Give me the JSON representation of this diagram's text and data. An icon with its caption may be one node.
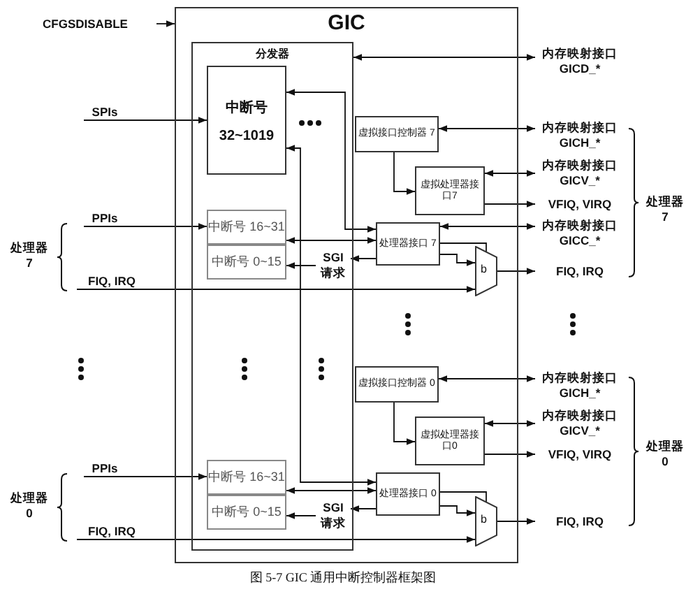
{
  "diagram": {
    "caption": "图 5-7 GIC 通用中断控制器框架图",
    "nodes": [
      {
        "text": [
          "GIC"
        ]
      },
      {
        "text": [
          "分发器"
        ],
        "in": 0
      },
      {
        "text": [
          "中断号",
          "32~1019"
        ],
        "in": 1
      },
      {
        "text": [
          "中断号 16~31"
        ],
        "in": 1
      },
      {
        "text": [
          "中断号 0~15"
        ],
        "in": 1
      },
      {
        "text": [
          "中断号 16~31"
        ],
        "in": 1
      },
      {
        "text": [
          "中断号 0~15"
        ],
        "in": 1
      },
      {
        "text": [
          "虚拟接口控制器 7"
        ],
        "in": 0
      },
      {
        "text": [
          "虚拟处理器接口7"
        ],
        "in": 0
      },
      {
        "text": [
          "处理器接口 7"
        ],
        "in": 0
      },
      {
        "text": [
          "b"
        ],
        "in": 0
      },
      {
        "text": [
          "虚拟接口控制器 0"
        ],
        "in": 0
      },
      {
        "text": [
          "虚拟处理器接口0"
        ],
        "in": 0
      },
      {
        "text": [
          "处理器接口 0"
        ],
        "in": 0
      },
      {
        "text": [
          "b"
        ],
        "in": 0
      },
      {
        "text": [
          "CFGSDISABLE"
        ]
      },
      {
        "text": [
          "SPIs"
        ]
      },
      {
        "text": [
          "PPIs"
        ]
      },
      {
        "text": [
          "FIQ, IRQ"
        ]
      },
      {
        "text": [
          "SGI 请求"
        ],
        "in": 1
      },
      {
        "text": [
          "PPIs"
        ]
      },
      {
        "text": [
          "FIQ, IRQ"
        ]
      },
      {
        "text": [
          "SGI 请求"
        ],
        "in": 1
      },
      {
        "text": [
          "内存映射接口",
          "GICD_*"
        ]
      },
      {
        "text": [
          "内存映射接口",
          "GICH_*"
        ]
      },
      {
        "text": [
          "内存映射接口",
          "GICV_*"
        ]
      },
      {
        "text": [
          "VFIQ, VIRQ"
        ]
      },
      {
        "text": [
          "内存映射接口",
          "GICC_*"
        ]
      },
      {
        "text": [
          "FIQ, IRQ"
        ]
      },
      {
        "text": [
          "内存映射接口",
          "GICH_*"
        ]
      },
      {
        "text": [
          "内存映射接口",
          "GICV_*"
        ]
      },
      {
        "text": [
          "VFIQ, VIRQ"
        ]
      },
      {
        "text": [
          "FIQ, IRQ"
        ]
      }
    ],
    "edges": [
      {
        "from": 15,
        "to": 0,
        "arrow": "to"
      },
      {
        "from": 16,
        "to": 2,
        "arrow": "to"
      },
      {
        "from": 17,
        "to": 3,
        "arrow": "to"
      },
      {
        "from": 18,
        "to": 10,
        "arrow": "to"
      },
      {
        "from": 1,
        "to": 23,
        "arrow": "both"
      },
      {
        "from": 2,
        "to": 9,
        "arrow": "both"
      },
      {
        "from": 2,
        "to": 13,
        "arrow": "both"
      },
      {
        "from": 3,
        "to": 9,
        "arrow": "both"
      },
      {
        "from": 9,
        "to": 19,
        "arrow": "to"
      },
      {
        "from": 19,
        "to": 4,
        "arrow": "to"
      },
      {
        "from": 7,
        "to": 24,
        "arrow": "both"
      },
      {
        "from": 7,
        "to": 8,
        "arrow": "to"
      },
      {
        "from": 8,
        "to": 25,
        "arrow": "both"
      },
      {
        "from": 8,
        "to": 26,
        "arrow": "to"
      },
      {
        "from": 9,
        "to": 27,
        "arrow": "both"
      },
      {
        "from": 9,
        "to": 10,
        "arrow": "to"
      },
      {
        "from": 9,
        "to": 10,
        "arrow": "none"
      },
      {
        "from": 10,
        "to": 28,
        "arrow": "to"
      },
      {
        "from": 20,
        "to": 5,
        "arrow": "to"
      },
      {
        "from": 21,
        "to": 14,
        "arrow": "to"
      },
      {
        "from": 5,
        "to": 13,
        "arrow": "both"
      },
      {
        "from": 13,
        "to": 22,
        "arrow": "to"
      },
      {
        "from": 22,
        "to": 6,
        "arrow": "to"
      },
      {
        "from": 11,
        "to": 29,
        "arrow": "both"
      },
      {
        "from": 11,
        "to": 12,
        "arrow": "to"
      },
      {
        "from": 12,
        "to": 30,
        "arrow": "both"
      },
      {
        "from": 12,
        "to": 31,
        "arrow": "to"
      },
      {
        "from": 13,
        "to": 14,
        "arrow": "to"
      },
      {
        "from": 13,
        "to": 14,
        "arrow": "none"
      },
      {
        "from": 14,
        "to": 32,
        "arrow": "to"
      }
    ],
    "labels": [
      "处理器 7",
      "处理器 7",
      "处理器 0",
      "处理器 0"
    ]
  }
}
